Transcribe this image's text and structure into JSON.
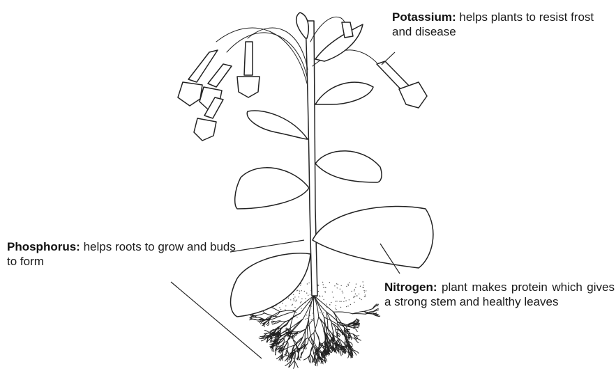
{
  "labels": {
    "potassium": {
      "term": "Potassium:",
      "text": "helps plants to resist frost and disease"
    },
    "phosphorus": {
      "term": "Phosphorus:",
      "text": "helps roots to grow and buds to form"
    },
    "nitrogen": {
      "term": "Nitrogen:",
      "text": "plant makes protein which gives a strong stem and healthy leaves"
    }
  },
  "colors": {
    "ink": "#222222",
    "background": "#ffffff",
    "soil_dots": "#555555"
  },
  "icons": [
    "plant-illustration",
    "flower-icon",
    "leaf-icon",
    "root-system-icon",
    "soil-icon"
  ]
}
